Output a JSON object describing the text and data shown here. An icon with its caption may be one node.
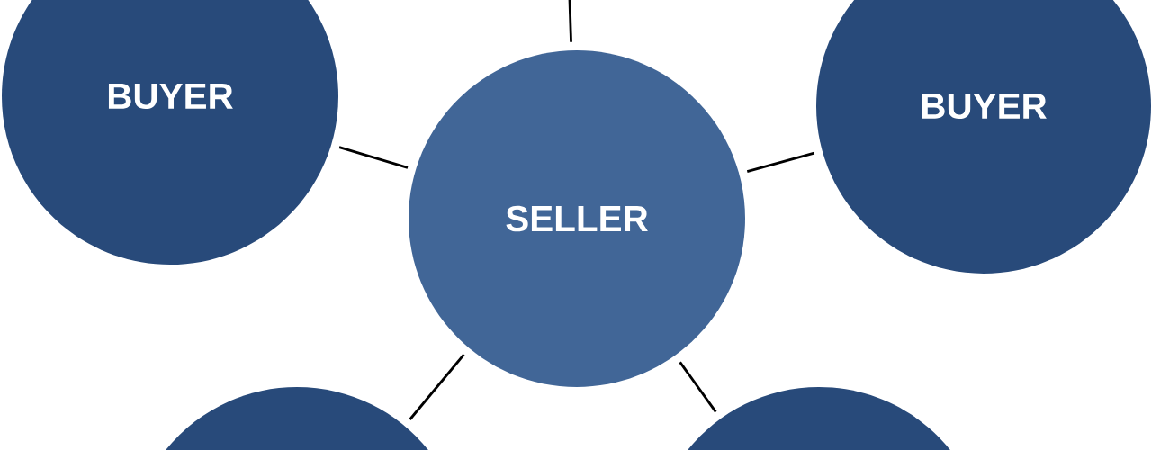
{
  "diagram": {
    "nodes": [
      {
        "text": [
          "BUYER"
        ]
      },
      {
        "text": [
          "BUYER"
        ]
      },
      {
        "text": [
          "SELLER"
        ]
      },
      {
        "text": [],
        "shape": "circle"
      },
      {
        "text": [],
        "shape": "circle"
      }
    ],
    "edges": [
      {
        "from": null,
        "to": 2,
        "arrow": "none"
      },
      {
        "from": 2,
        "to": 0,
        "arrow": "none"
      },
      {
        "from": 2,
        "to": 1,
        "arrow": "none"
      },
      {
        "from": 2,
        "to": 3,
        "arrow": "none"
      },
      {
        "from": 2,
        "to": 4,
        "arrow": "none"
      }
    ]
  }
}
